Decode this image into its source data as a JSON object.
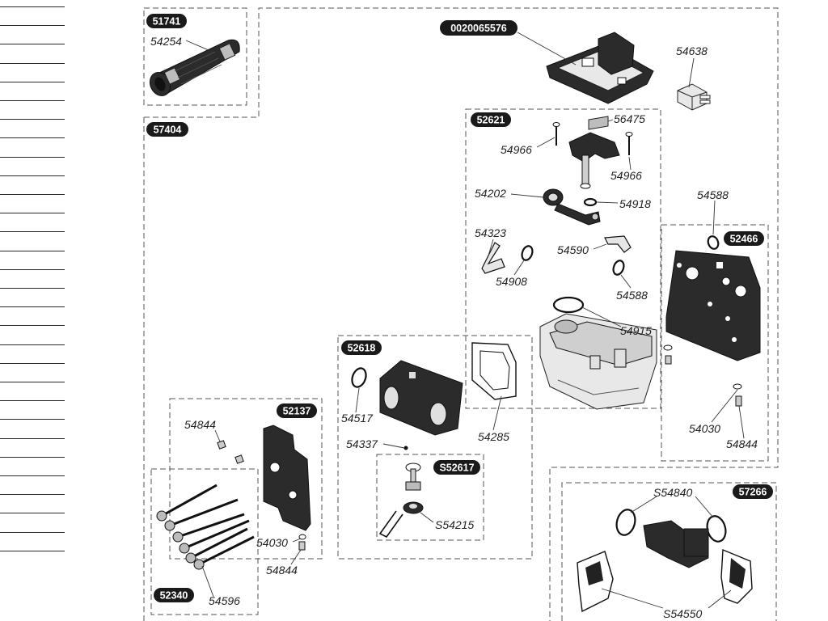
{
  "groups": {
    "g51741": "51741",
    "g57404": "57404",
    "g0020065576": "0020065576",
    "g52621": "52621",
    "g52466": "52466",
    "g52618": "52618",
    "g52137": "52137",
    "gS52617": "S52617",
    "g52340": "52340",
    "g57266": "57266"
  },
  "parts": {
    "p54254": "54254",
    "p54638": "54638",
    "p56475": "56475",
    "p54966a": "54966",
    "p54966b": "54966",
    "p54202": "54202",
    "p54918": "54918",
    "p54588a": "54588",
    "p54323": "54323",
    "p54908": "54908",
    "p54590": "54590",
    "p54588b": "54588",
    "p54915": "54915",
    "p54517": "54517",
    "p54285": "54285",
    "p54337": "54337",
    "p54844a": "54844",
    "p54030a": "54030",
    "p54844b": "54844",
    "pS54215": "S54215",
    "p54596": "54596",
    "p54030b": "54030",
    "p54844c": "54844",
    "pS54840": "S54840",
    "pS54550": "S54550"
  },
  "sidebar_rule_count": 30,
  "colors": {
    "badge": "#1a1a1a",
    "ink": "#222222",
    "dash": "#555555"
  }
}
